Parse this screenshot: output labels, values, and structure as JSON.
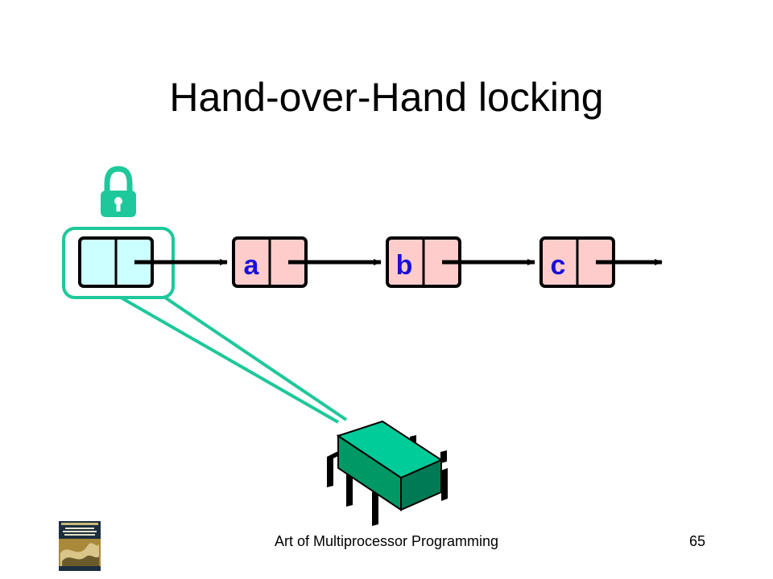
{
  "slide": {
    "title": "Hand-over-Hand locking"
  },
  "diagram": {
    "nodes": [
      {
        "id": "head",
        "label": "",
        "fill": "#ccffff",
        "locked": true
      },
      {
        "id": "a",
        "label": "a",
        "fill": "#ffcccc",
        "locked": false
      },
      {
        "id": "b",
        "label": "b",
        "fill": "#ffcccc",
        "locked": false
      },
      {
        "id": "c",
        "label": "c",
        "fill": "#ffcccc",
        "locked": false
      }
    ],
    "label_color": "#1a10d8",
    "highlight_color": "#1ec89a",
    "thread_color": "#00cc99",
    "icons": [
      "padlock-icon",
      "processor-chip-icon",
      "book-cover-icon"
    ]
  },
  "footer": {
    "text": "Art of Multiprocessor Programming",
    "page_number": "65"
  }
}
